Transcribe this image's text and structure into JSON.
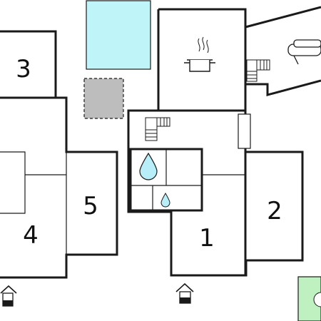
{
  "rooms": [
    {
      "id": "room-1",
      "label": "1"
    },
    {
      "id": "room-2",
      "label": "2"
    },
    {
      "id": "room-3",
      "label": "3"
    },
    {
      "id": "room-4",
      "label": "4"
    },
    {
      "id": "room-5",
      "label": "5"
    }
  ],
  "colors": {
    "wall": "#1a1a1a",
    "pool": "#bff5f9",
    "terrace": "#bdbdbd",
    "water_drop": "#b8eef8",
    "garden": "#bff0bf",
    "background": "#ffffff"
  },
  "icons": [
    "pool",
    "terrace",
    "kitchen-pot",
    "sofa",
    "staircase",
    "water-drop",
    "entrance"
  ]
}
